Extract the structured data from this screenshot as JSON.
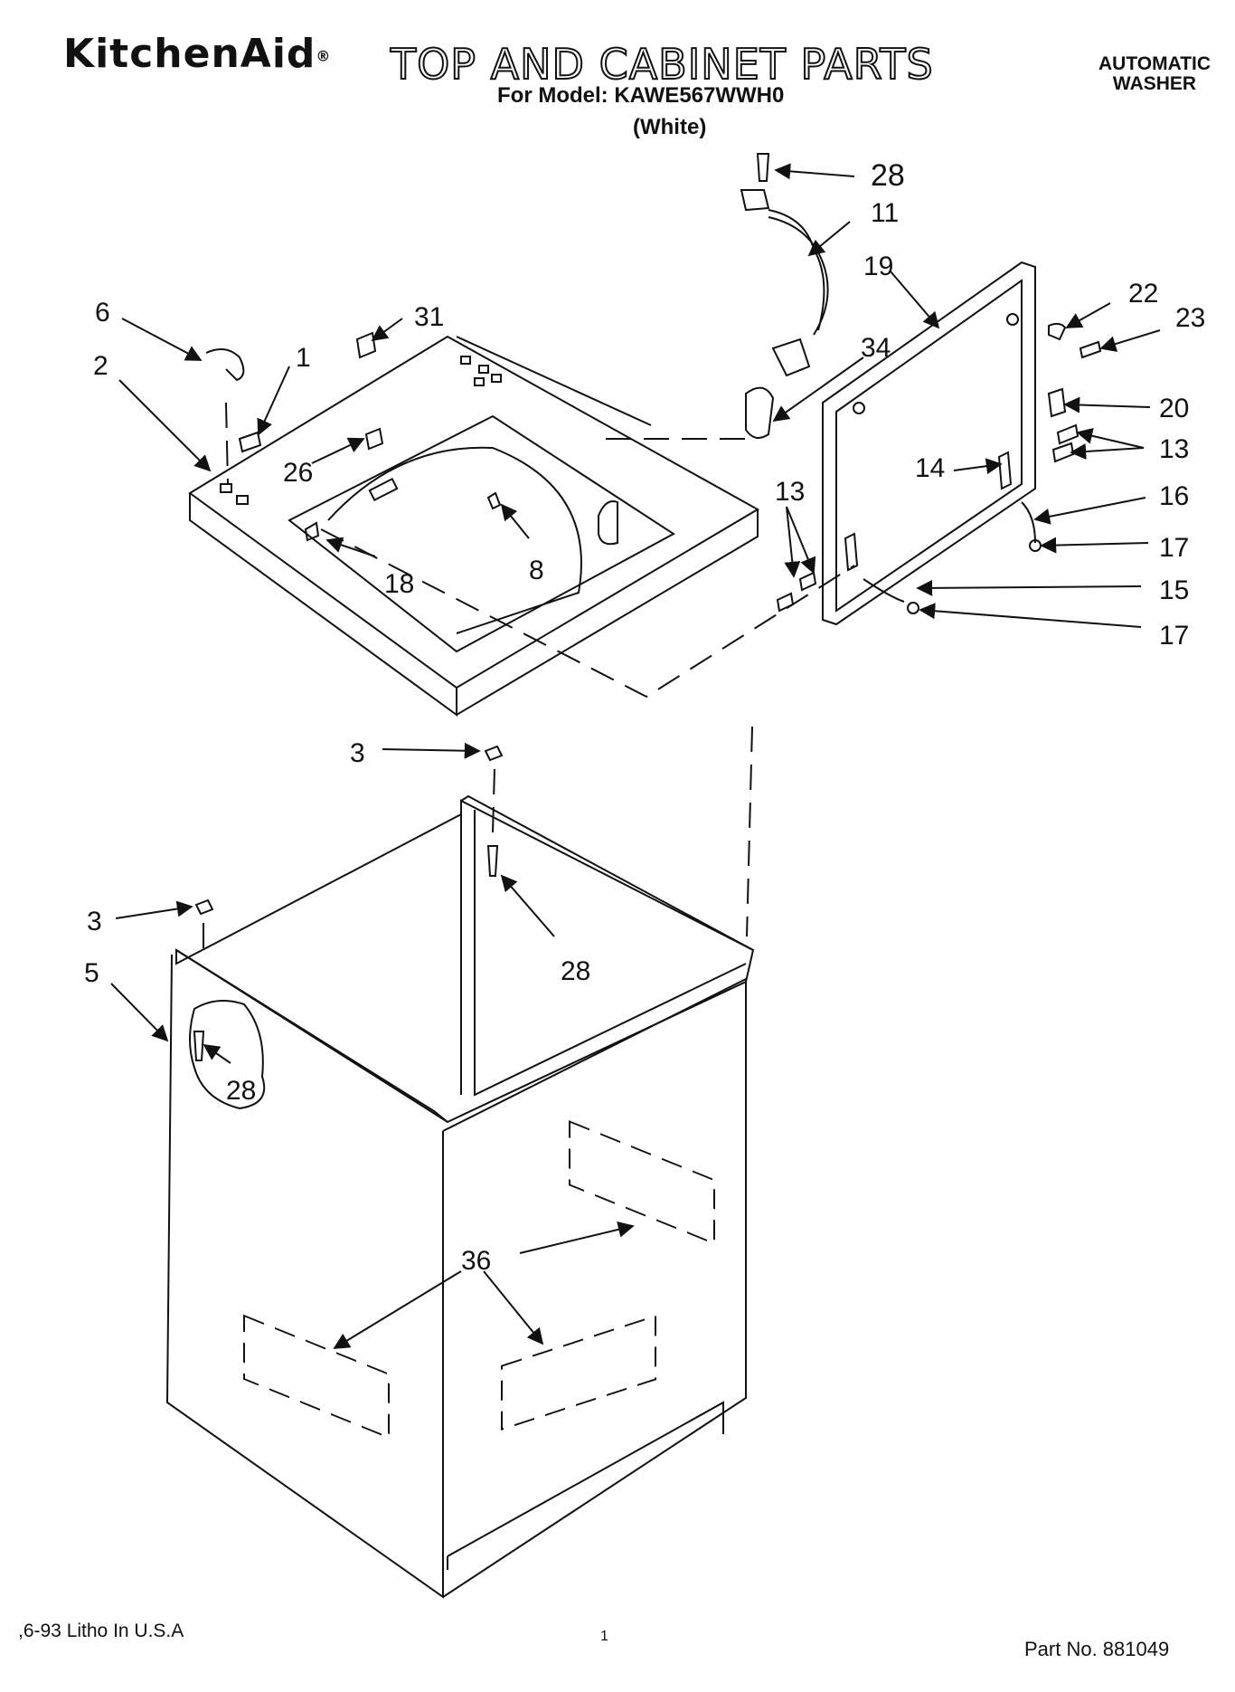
{
  "header": {
    "brand": "KitchenAid",
    "brand_mark": "®",
    "title": "TOP AND CABINET PARTS",
    "model": "For Model: KAWE567WWH0",
    "color": "(White)",
    "appliance_line1": "AUTOMATIC",
    "appliance_line2": "WASHER"
  },
  "callouts": [
    {
      "id": "c28a",
      "label": "28"
    },
    {
      "id": "c11",
      "label": "11"
    },
    {
      "id": "c19",
      "label": "19"
    },
    {
      "id": "c22",
      "label": "22"
    },
    {
      "id": "c23",
      "label": "23"
    },
    {
      "id": "c6",
      "label": "6"
    },
    {
      "id": "c31",
      "label": "31"
    },
    {
      "id": "c1",
      "label": "1"
    },
    {
      "id": "c2",
      "label": "2"
    },
    {
      "id": "c34",
      "label": "34"
    },
    {
      "id": "c20",
      "label": "20"
    },
    {
      "id": "c13a",
      "label": "13"
    },
    {
      "id": "c26",
      "label": "26"
    },
    {
      "id": "c14",
      "label": "14"
    },
    {
      "id": "c13b",
      "label": "13"
    },
    {
      "id": "c16",
      "label": "16"
    },
    {
      "id": "c17a",
      "label": "17"
    },
    {
      "id": "c8",
      "label": "8"
    },
    {
      "id": "c18",
      "label": "18"
    },
    {
      "id": "c15",
      "label": "15"
    },
    {
      "id": "c17b",
      "label": "17"
    },
    {
      "id": "c3a",
      "label": "3"
    },
    {
      "id": "c3b",
      "label": "3"
    },
    {
      "id": "c28b",
      "label": "28"
    },
    {
      "id": "c5",
      "label": "5"
    },
    {
      "id": "c28c",
      "label": "28"
    },
    {
      "id": "c36",
      "label": "36"
    }
  ],
  "footer": {
    "litho": ",6-93 Litho In U.S.A",
    "page": "1",
    "part_no": "Part No. 881049"
  }
}
